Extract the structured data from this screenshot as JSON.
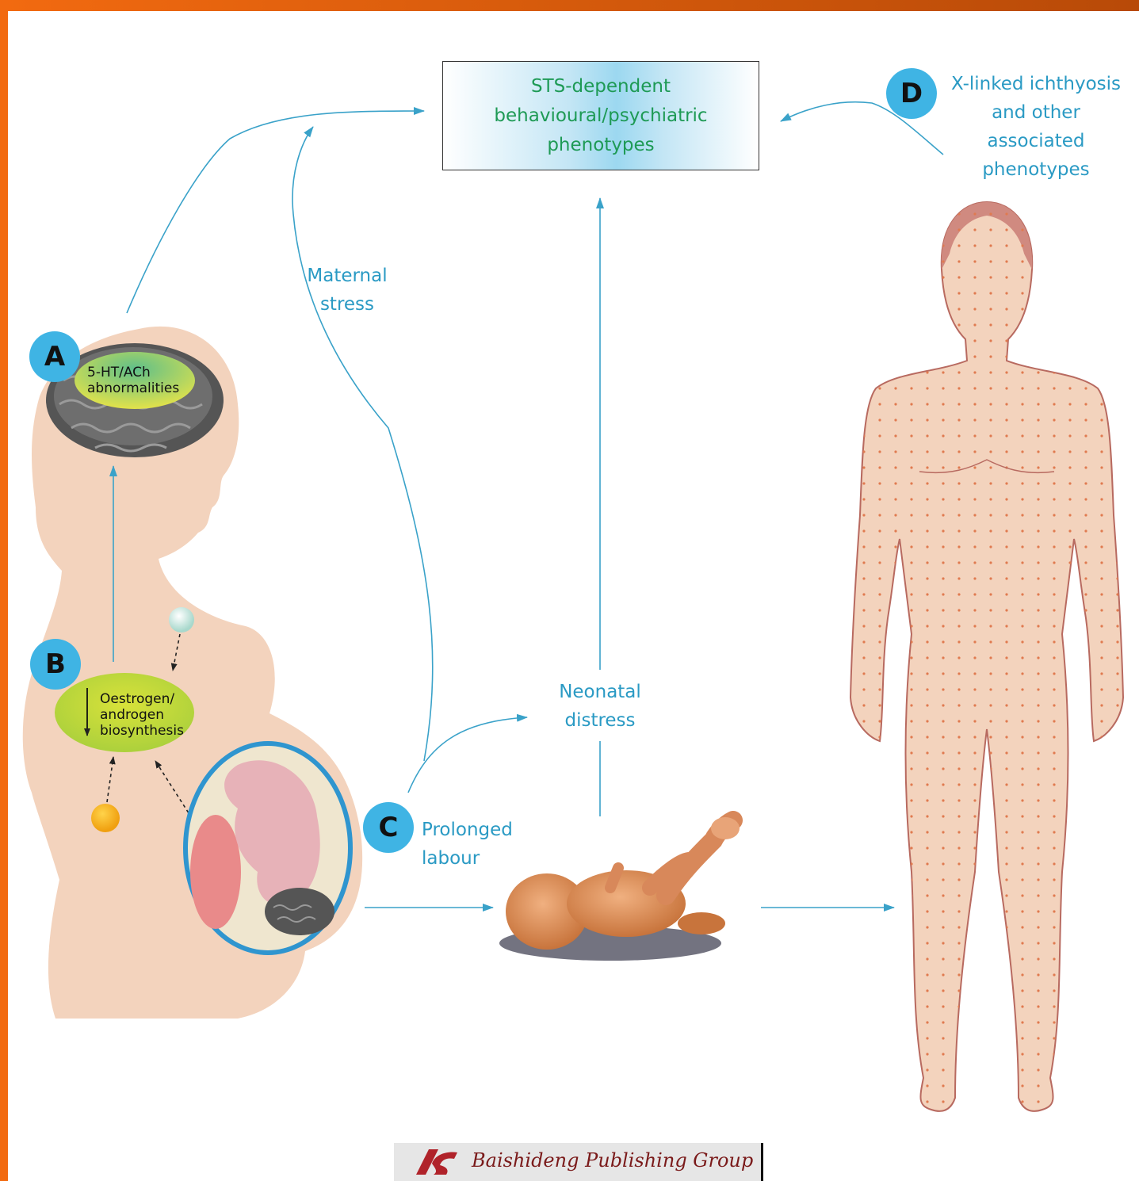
{
  "diagram": {
    "sts_box": "STS-dependent behavioural/psychiatric phenotypes",
    "badges": {
      "a": "A",
      "b": "B",
      "c": "C",
      "d": "D"
    },
    "brain_label": "5-HT/ACh abnormalities",
    "hormone_label": "Oestrogen/ androgen biosynthesis",
    "maternal_stress": "Maternal stress",
    "neonatal_distress": "Neonatal distress",
    "prolonged_labour": "Prolonged labour",
    "x_linked": "X-linked ichthyosis and other associated phenotypes"
  },
  "footer": {
    "logo_text": "Baishideng Publishing Group"
  },
  "colors": {
    "arrow": "#3aa2c9",
    "frame": "#f26a10",
    "skin": "#f3d3bd",
    "box_text": "#1e9a55",
    "label_text": "#2a9ac4"
  }
}
